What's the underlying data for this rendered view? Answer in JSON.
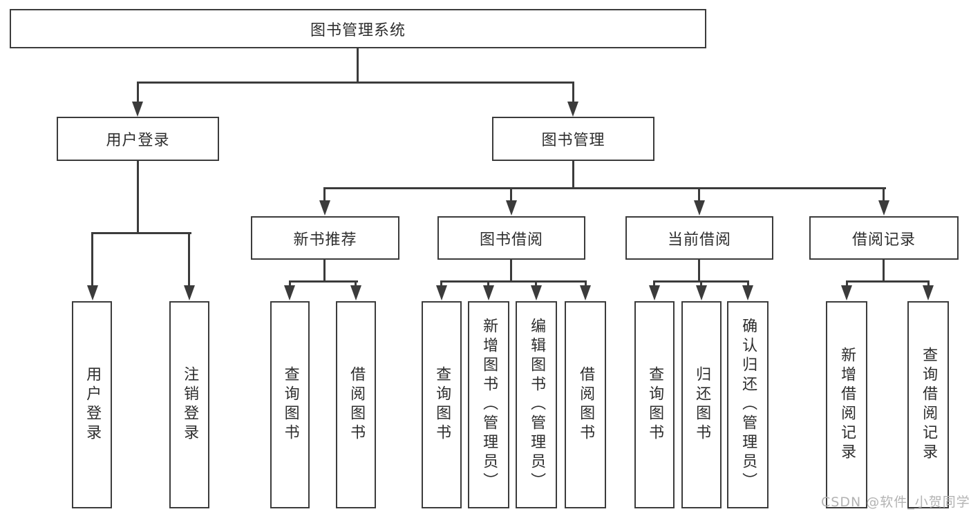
{
  "diagram": {
    "title": "图书管理系统",
    "root": {
      "label": "图书管理系统"
    },
    "level2": [
      {
        "label": "用户登录"
      },
      {
        "label": "图书管理"
      }
    ],
    "level3": [
      {
        "label": "新书推荐",
        "parent": "图书管理"
      },
      {
        "label": "图书借阅",
        "parent": "图书管理"
      },
      {
        "label": "当前借阅",
        "parent": "图书管理"
      },
      {
        "label": "借阅记录",
        "parent": "图书管理"
      }
    ],
    "leaves": [
      {
        "label": "用户登录",
        "parent": "用户登录"
      },
      {
        "label": "注销登录",
        "parent": "用户登录"
      },
      {
        "label": "查询图书",
        "parent": "新书推荐"
      },
      {
        "label": "借阅图书",
        "parent": "新书推荐"
      },
      {
        "label": "查询图书",
        "parent": "图书借阅"
      },
      {
        "label": "新增图书（管理员）",
        "parent": "图书借阅"
      },
      {
        "label": "编辑图书（管理员）",
        "parent": "图书借阅"
      },
      {
        "label": "借阅图书",
        "parent": "图书借阅"
      },
      {
        "label": "查询图书",
        "parent": "当前借阅"
      },
      {
        "label": "归还图书",
        "parent": "当前借阅"
      },
      {
        "label": "确认归还（管理员）",
        "parent": "当前借阅"
      },
      {
        "label": "新增借阅记录",
        "parent": "借阅记录"
      },
      {
        "label": "查询借阅记录",
        "parent": "借阅记录"
      }
    ]
  },
  "watermark": {
    "text": "CSDN @软件_小贺同学"
  },
  "colors": {
    "line": "#3b3b3b",
    "text": "#2d2d2d",
    "watermark": "#b3b3b3",
    "background": "#ffffff"
  }
}
